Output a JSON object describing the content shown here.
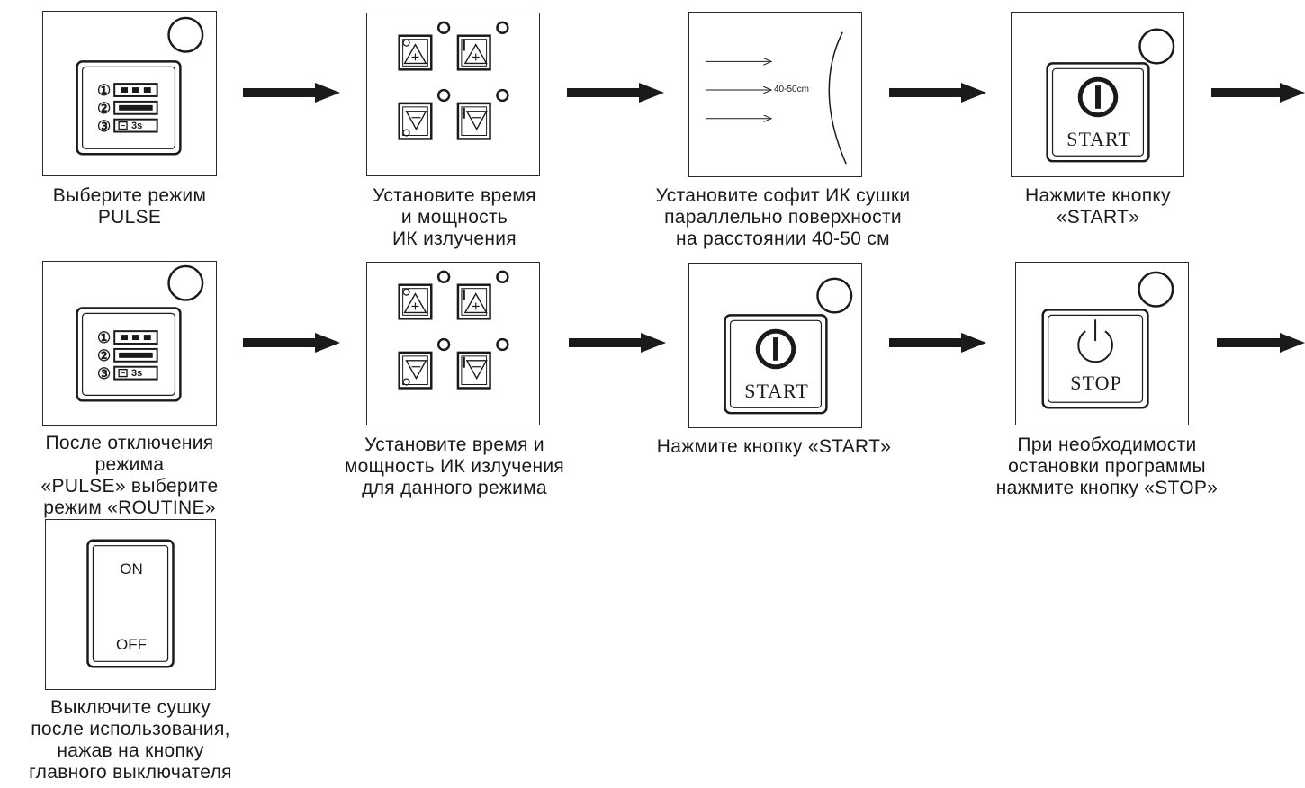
{
  "steps": {
    "select_pulse": {
      "caption": "Выберите режим\nPULSE",
      "mode_rows": [
        "①",
        "②",
        "③"
      ],
      "timer_label": "3s"
    },
    "set_time_power_1": {
      "caption": "Установите время\nи мощность\nИК излучения"
    },
    "position_lamp": {
      "caption": "Установите софит ИК сушки\nпараллельно поверхности\nна расстоянии 40-50 см",
      "distance_label": "40-50cm"
    },
    "press_start_1": {
      "caption": "Нажмите кнопку\n«START»",
      "button_label": "START"
    },
    "select_routine": {
      "caption": "После отключения\nрежима\n«PULSE» выберите\nрежим «ROUTINE»",
      "mode_rows": [
        "①",
        "②",
        "③"
      ],
      "timer_label": "3s"
    },
    "set_time_power_2": {
      "caption": "Установите время и\nмощность ИК излучения\nдля данного режима"
    },
    "press_start_2": {
      "caption": "Нажмите кнопку «START»",
      "button_label": "START"
    },
    "press_stop": {
      "caption": "При необходимости\nостановки программы\nнажмите кнопку «STOP»",
      "button_label": "STOP"
    },
    "main_switch": {
      "caption": "Выключите сушку\nпосле использования,\nнажав на кнопку\nглавного выключателя",
      "on_label": "ON",
      "off_label": "OFF"
    }
  },
  "colors": {
    "ink": "#1a1a1a",
    "background": "#ffffff"
  }
}
